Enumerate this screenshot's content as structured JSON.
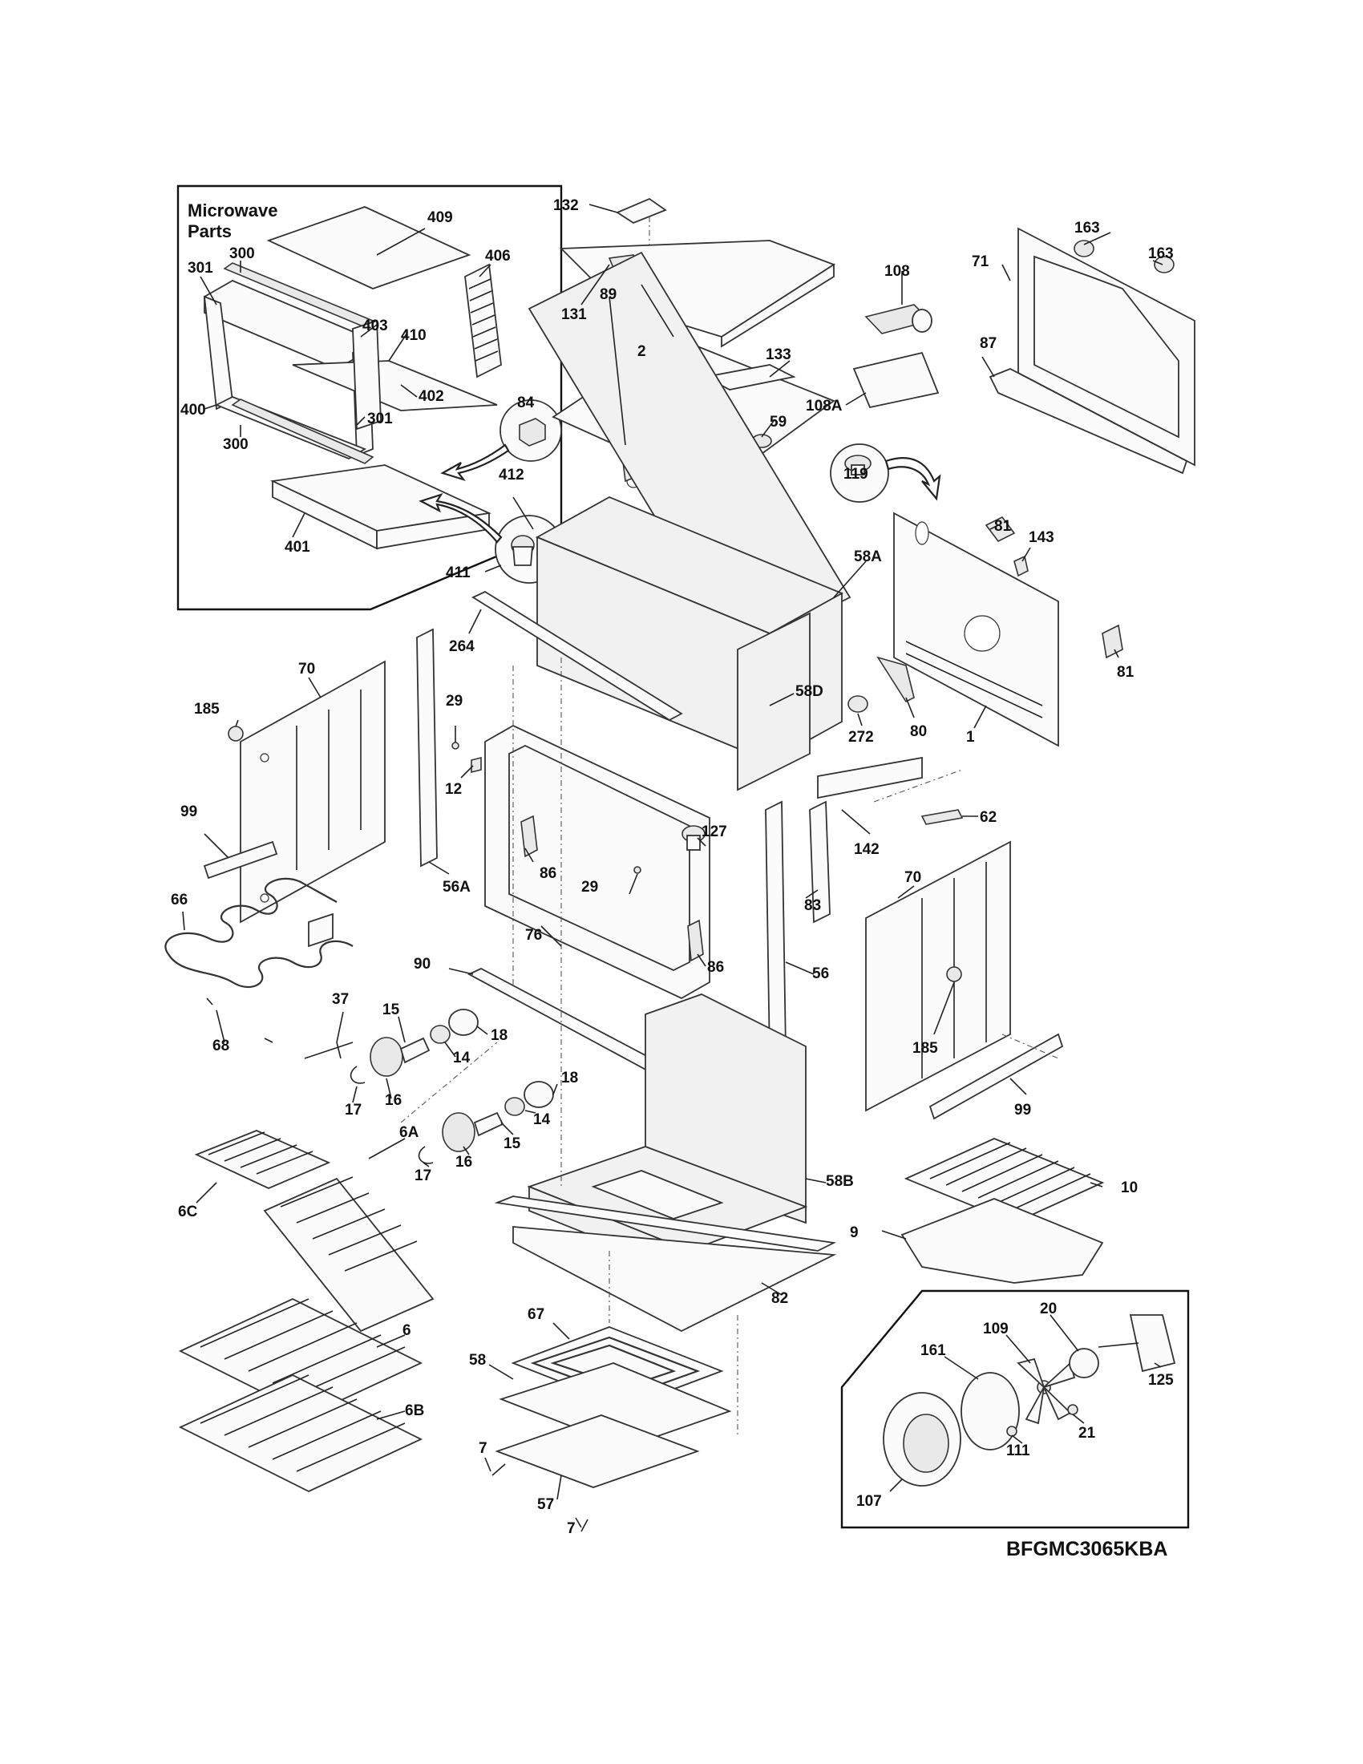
{
  "sections": {
    "microwave_title_line1": "Microwave",
    "microwave_title_line2": "Parts"
  },
  "model_number": "BFGMC3065KBA",
  "callouts": [
    {
      "id": "c409",
      "text": "409"
    },
    {
      "id": "c406",
      "text": "406"
    },
    {
      "id": "c301a",
      "text": "301"
    },
    {
      "id": "c300a",
      "text": "300"
    },
    {
      "id": "c403",
      "text": "403"
    },
    {
      "id": "c410",
      "text": "410"
    },
    {
      "id": "c402",
      "text": "402"
    },
    {
      "id": "c301b",
      "text": "301"
    },
    {
      "id": "c400",
      "text": "400"
    },
    {
      "id": "c300b",
      "text": "300"
    },
    {
      "id": "c401",
      "text": "401"
    },
    {
      "id": "c84",
      "text": "84"
    },
    {
      "id": "c412",
      "text": "412"
    },
    {
      "id": "c411",
      "text": "411"
    },
    {
      "id": "c132",
      "text": "132"
    },
    {
      "id": "c131",
      "text": "131"
    },
    {
      "id": "c2",
      "text": "2"
    },
    {
      "id": "c133",
      "text": "133"
    },
    {
      "id": "c89",
      "text": "89"
    },
    {
      "id": "c59",
      "text": "59"
    },
    {
      "id": "c108",
      "text": "108"
    },
    {
      "id": "c108A",
      "text": "108A"
    },
    {
      "id": "c163a",
      "text": "163"
    },
    {
      "id": "c163b",
      "text": "163"
    },
    {
      "id": "c71",
      "text": "71"
    },
    {
      "id": "c87",
      "text": "87"
    },
    {
      "id": "c119",
      "text": "119"
    },
    {
      "id": "c81a",
      "text": "81"
    },
    {
      "id": "c143",
      "text": "143"
    },
    {
      "id": "c81b",
      "text": "81"
    },
    {
      "id": "c58A",
      "text": "58A"
    },
    {
      "id": "c264",
      "text": "264"
    },
    {
      "id": "c58D",
      "text": "58D"
    },
    {
      "id": "c272",
      "text": "272"
    },
    {
      "id": "c80",
      "text": "80"
    },
    {
      "id": "c1",
      "text": "1"
    },
    {
      "id": "c62",
      "text": "62"
    },
    {
      "id": "c70a",
      "text": "70"
    },
    {
      "id": "c185a",
      "text": "185"
    },
    {
      "id": "c99a",
      "text": "99"
    },
    {
      "id": "c29a",
      "text": "29"
    },
    {
      "id": "c12",
      "text": "12"
    },
    {
      "id": "c56A",
      "text": "56A"
    },
    {
      "id": "c127",
      "text": "127"
    },
    {
      "id": "c142",
      "text": "142"
    },
    {
      "id": "c86a",
      "text": "86"
    },
    {
      "id": "c29b",
      "text": "29"
    },
    {
      "id": "c83",
      "text": "83"
    },
    {
      "id": "c70b",
      "text": "70"
    },
    {
      "id": "c66",
      "text": "66"
    },
    {
      "id": "c76",
      "text": "76"
    },
    {
      "id": "c86b",
      "text": "86"
    },
    {
      "id": "c56",
      "text": "56"
    },
    {
      "id": "c90",
      "text": "90"
    },
    {
      "id": "c37",
      "text": "37"
    },
    {
      "id": "c15a",
      "text": "15"
    },
    {
      "id": "c18a",
      "text": "18"
    },
    {
      "id": "c14a",
      "text": "14"
    },
    {
      "id": "c68",
      "text": "68"
    },
    {
      "id": "c16a",
      "text": "16"
    },
    {
      "id": "c17a",
      "text": "17"
    },
    {
      "id": "c18b",
      "text": "18"
    },
    {
      "id": "c14b",
      "text": "14"
    },
    {
      "id": "c185b",
      "text": "185"
    },
    {
      "id": "c99b",
      "text": "99"
    },
    {
      "id": "c16b",
      "text": "16"
    },
    {
      "id": "c15b",
      "text": "15"
    },
    {
      "id": "c17b",
      "text": "17"
    },
    {
      "id": "c6C",
      "text": "6C"
    },
    {
      "id": "c6A",
      "text": "6A"
    },
    {
      "id": "c58B",
      "text": "58B"
    },
    {
      "id": "c10",
      "text": "10"
    },
    {
      "id": "c9",
      "text": "9"
    },
    {
      "id": "c82",
      "text": "82"
    },
    {
      "id": "c6",
      "text": "6"
    },
    {
      "id": "c67",
      "text": "67"
    },
    {
      "id": "c58",
      "text": "58"
    },
    {
      "id": "c6B",
      "text": "6B"
    },
    {
      "id": "c7a",
      "text": "7"
    },
    {
      "id": "c57",
      "text": "57"
    },
    {
      "id": "c7b",
      "text": "7"
    },
    {
      "id": "c20",
      "text": "20"
    },
    {
      "id": "c109",
      "text": "109"
    },
    {
      "id": "c161",
      "text": "161"
    },
    {
      "id": "c125",
      "text": "125"
    },
    {
      "id": "c21",
      "text": "21"
    },
    {
      "id": "c111",
      "text": "111"
    },
    {
      "id": "c107",
      "text": "107"
    }
  ]
}
